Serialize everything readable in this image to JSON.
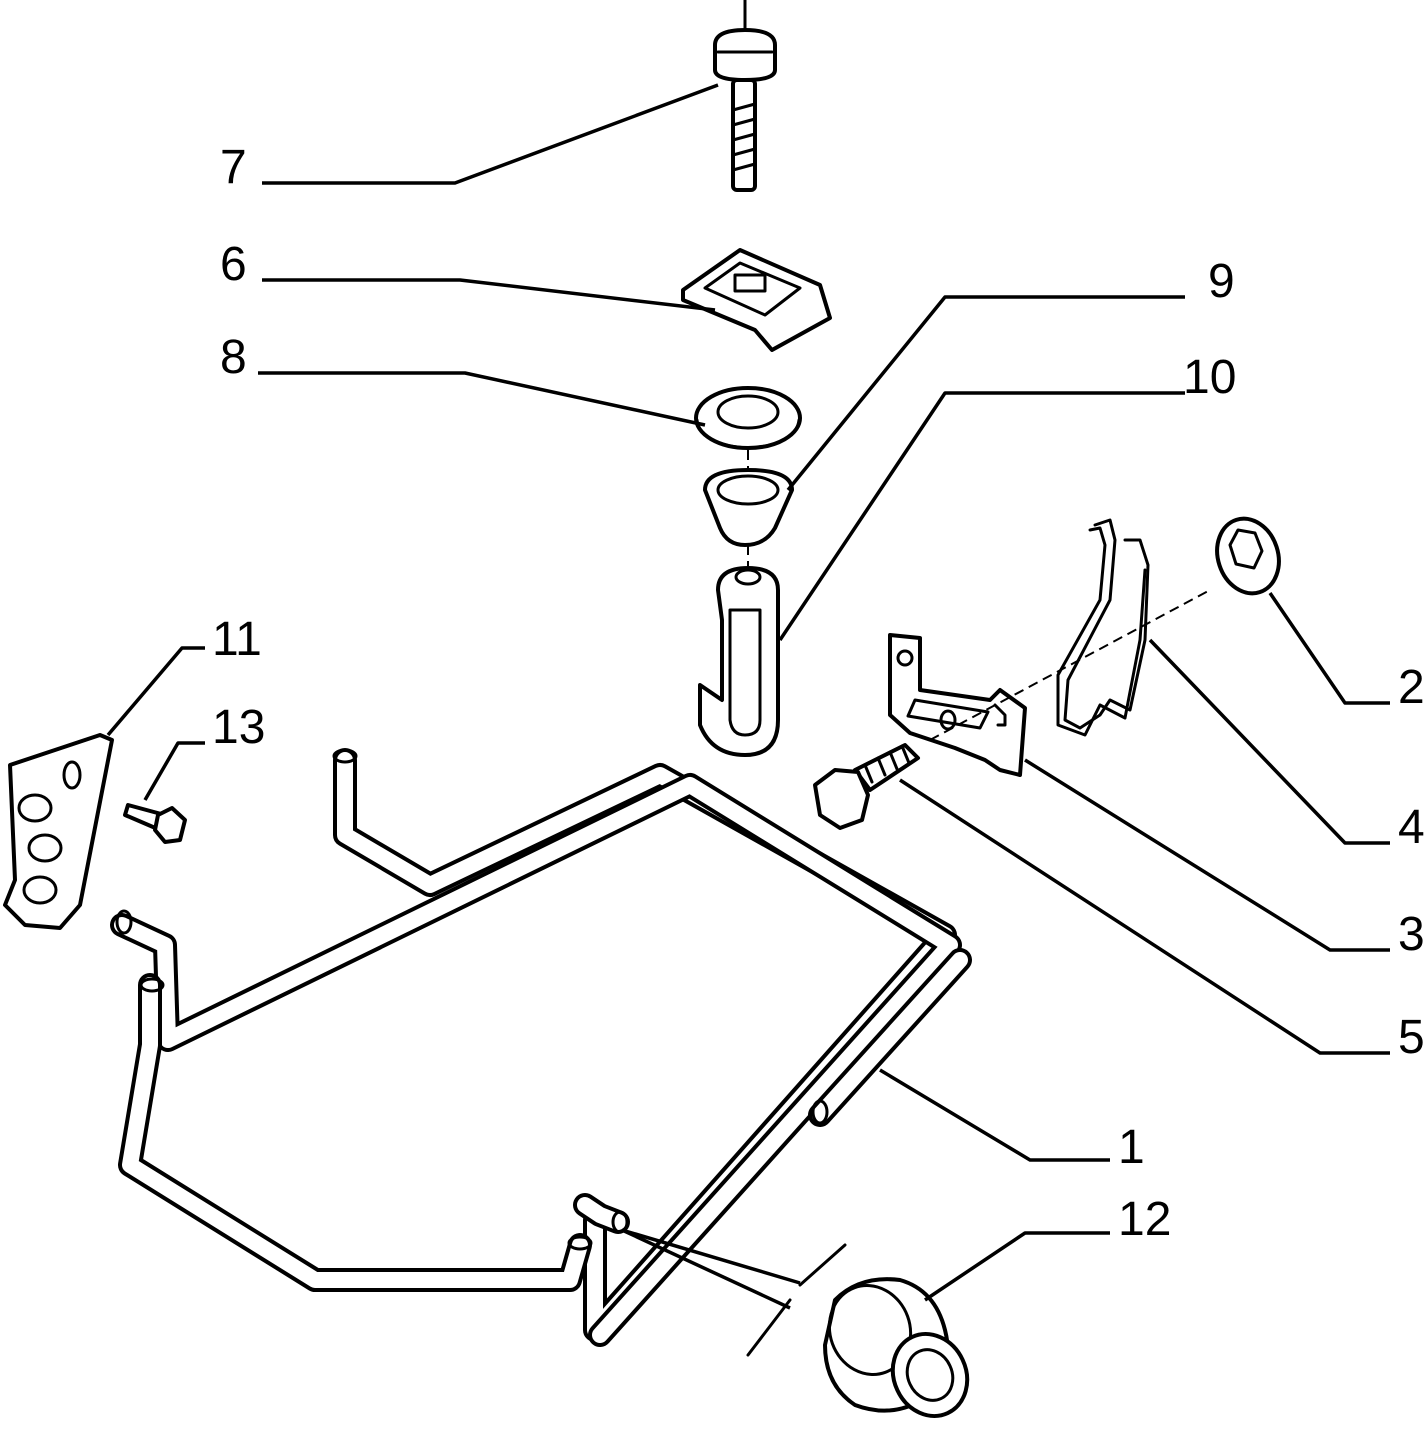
{
  "diagram": {
    "callouts": [
      {
        "id": "7",
        "label": "7"
      },
      {
        "id": "6",
        "label": "6"
      },
      {
        "id": "8",
        "label": "8"
      },
      {
        "id": "9",
        "label": "9"
      },
      {
        "id": "10",
        "label": "10"
      },
      {
        "id": "11",
        "label": "11"
      },
      {
        "id": "13",
        "label": "13"
      },
      {
        "id": "2",
        "label": "2"
      },
      {
        "id": "4",
        "label": "4"
      },
      {
        "id": "3",
        "label": "3"
      },
      {
        "id": "5",
        "label": "5"
      },
      {
        "id": "1",
        "label": "1"
      },
      {
        "id": "12",
        "label": "12"
      }
    ]
  }
}
